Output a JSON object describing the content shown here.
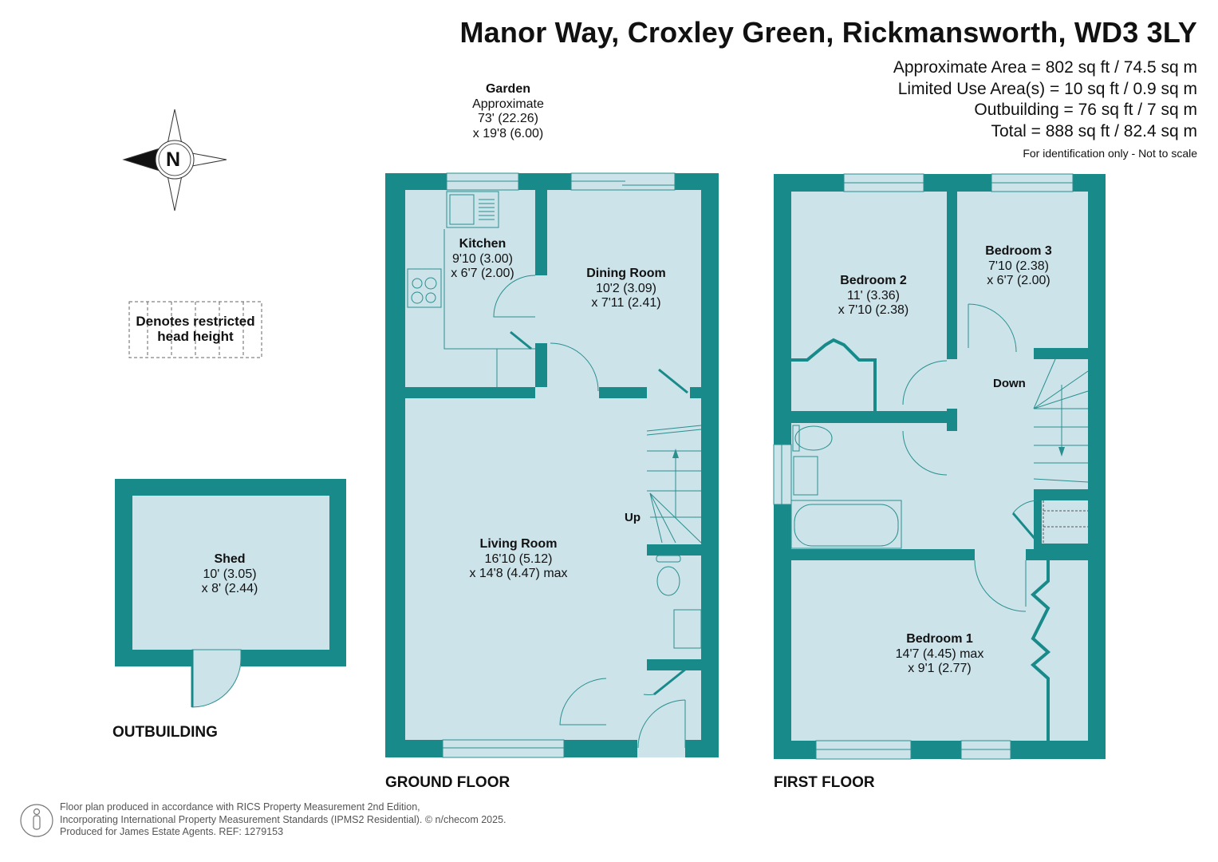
{
  "header": {
    "address": "Manor Way, Croxley Green, Rickmansworth, WD3 3LY",
    "areas": [
      "Approximate Area = 802 sq ft / 74.5 sq m",
      "Limited Use Area(s) = 10 sq ft / 0.9 sq m",
      "Outbuilding = 76 sq ft / 7 sq m",
      "Total = 888 sq ft / 82.4 sq m"
    ],
    "disclaimer": "For identification only - Not to scale"
  },
  "colors": {
    "wall": "#178a89",
    "floor": "#cce3ea",
    "line": "#2a8f8e"
  },
  "compass": {
    "letter": "N"
  },
  "legend": {
    "restricted": "Denotes restricted head height"
  },
  "garden": {
    "name": "Garden",
    "line1": "Approximate",
    "line2": "73' (22.26)",
    "line3": "x 19'8 (6.00)"
  },
  "outbuilding": {
    "label": "OUTBUILDING",
    "shed": {
      "name": "Shed",
      "dim1": "10' (3.05)",
      "dim2": "x 8' (2.44)"
    }
  },
  "ground_floor": {
    "label": "GROUND FLOOR",
    "stairs": "Up",
    "rooms": [
      {
        "name": "Kitchen",
        "dim1": "9'10 (3.00)",
        "dim2": "x 6'7 (2.00)"
      },
      {
        "name": "Dining Room",
        "dim1": "10'2 (3.09)",
        "dim2": "x 7'11 (2.41)"
      },
      {
        "name": "Living Room",
        "dim1": "16'10 (5.12)",
        "dim2": "x 14'8 (4.47) max"
      }
    ]
  },
  "first_floor": {
    "label": "FIRST FLOOR",
    "stairs": "Down",
    "rooms": [
      {
        "name": "Bedroom 2",
        "dim1": "11' (3.36)",
        "dim2": "x 7'10 (2.38)"
      },
      {
        "name": "Bedroom 3",
        "dim1": "7'10 (2.38)",
        "dim2": "x 6'7 (2.00)"
      },
      {
        "name": "Bedroom 1",
        "dim1": "14'7 (4.45) max",
        "dim2": "x 9'1 (2.77)"
      }
    ]
  },
  "footer": {
    "line1": "Floor plan produced in accordance with RICS Property Measurement 2nd Edition,",
    "line2": "Incorporating International Property Measurement Standards (IPMS2 Residential).   © n/checom 2025.",
    "line3": "Produced for James Estate Agents.   REF: 1279153"
  }
}
